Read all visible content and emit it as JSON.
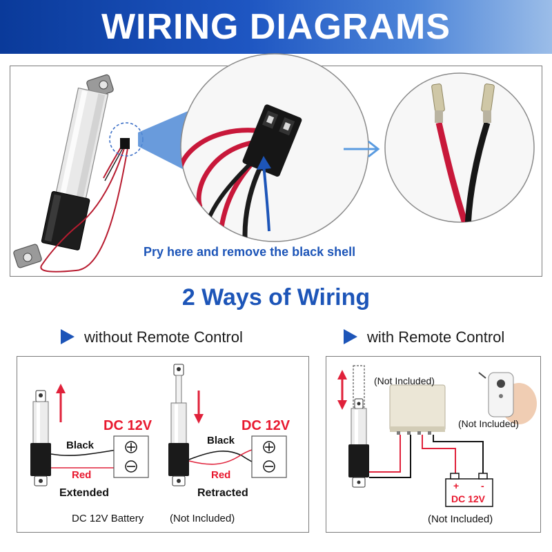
{
  "header": {
    "title": "WIRING DIAGRAMS"
  },
  "top_panel": {
    "callout": "Pry here and remove the black shell"
  },
  "section": {
    "title": "2 Ways of Wiring"
  },
  "without_remote": {
    "heading": "without Remote Control",
    "diagram1": {
      "supply": "DC 12V",
      "wire_top": "Black",
      "wire_bottom": "Red",
      "state": "Extended"
    },
    "diagram2": {
      "supply": "DC 12V",
      "wire_top": "Black",
      "wire_bottom": "Red",
      "state": "Retracted"
    },
    "battery_note": "DC 12V Battery",
    "battery_not_included": "(Not Included)"
  },
  "with_remote": {
    "heading": "with Remote Control",
    "controller_note": "(Not Included)",
    "remote_note": "(Not Included)",
    "battery_label": "DC 12V",
    "battery_plus": "+",
    "battery_minus": "-",
    "battery_note": "(Not Included)"
  },
  "colors": {
    "brand_blue": "#1d55b8",
    "wire_red": "#e0213a",
    "wire_black": "#111111",
    "label_red": "#e8182e"
  }
}
